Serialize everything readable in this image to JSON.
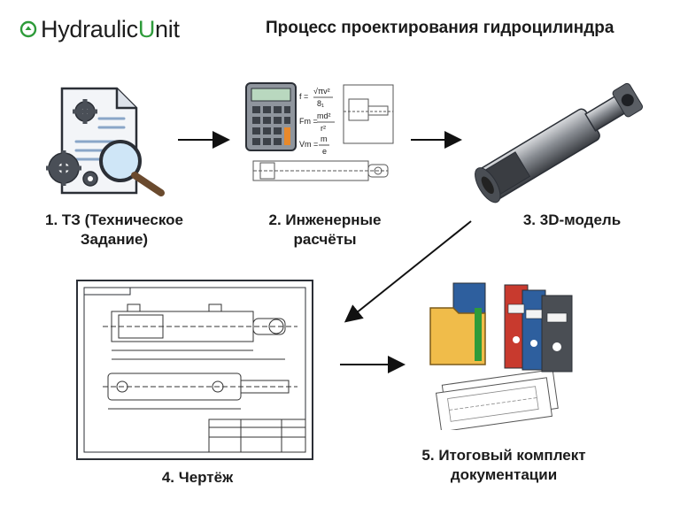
{
  "header": {
    "logo_part1": "Hydraulic",
    "logo_part2": "U",
    "logo_part3": "nit",
    "title": "Процесс проектирования гидроцилиндра"
  },
  "steps": [
    {
      "label": "1. ТЗ (Техническое Задание)",
      "icon": "document-gears-magnifier-icon"
    },
    {
      "label": "2. Инженерные расчёты",
      "icon": "calculator-formulas-icon"
    },
    {
      "label": "3. 3D-модель",
      "icon": "cylinder-3d-model-icon"
    },
    {
      "label": "4. Чертёж",
      "icon": "technical-drawing-icon"
    },
    {
      "label": "5. Итоговый комплект документации",
      "icon": "documentation-binders-icon"
    }
  ],
  "formulas": {
    "f_lhs": "f =",
    "f_num": "√πv²",
    "f_den": "8₁",
    "fm_lhs": "Fm =",
    "fm_num": "md²",
    "fm_den": "r²",
    "vm_lhs": "Vm =",
    "vm_num": "m",
    "vm_den": "e"
  },
  "colors": {
    "brand_green": "#2e9b3a",
    "arrow": "#111111"
  }
}
